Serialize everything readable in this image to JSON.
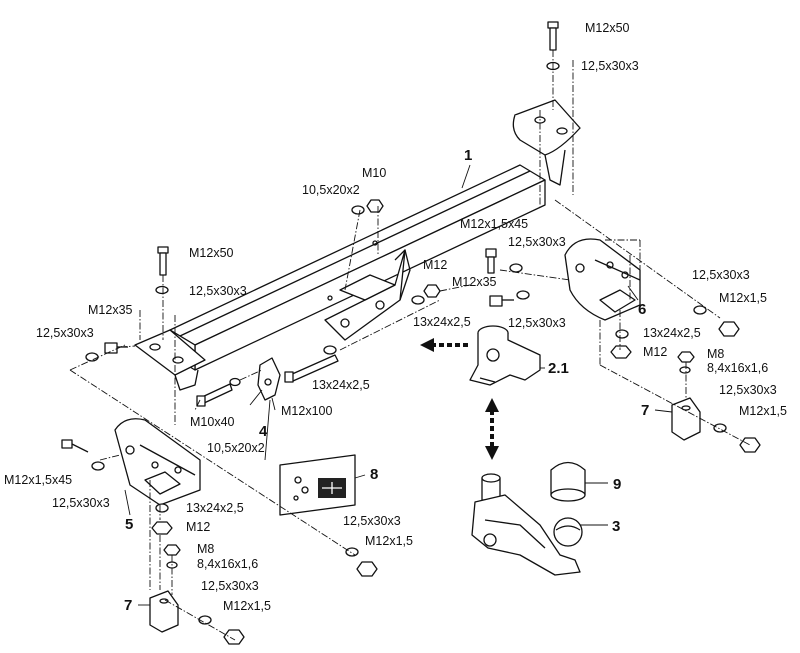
{
  "part_numbers": {
    "p1": "1",
    "p2_1": "2.1",
    "p3": "3",
    "p4": "4",
    "p5": "5",
    "p6": "6",
    "p7_left": "7",
    "p7_right": "7",
    "p8": "8",
    "p9": "9"
  },
  "labels": {
    "m12x50_top": "M12x50",
    "washer_top": "12,5x30x3",
    "m10_top": "M10",
    "washer_10_5": "10,5x20x2",
    "m12x1_5x45_mid": "M12x1,5x45",
    "washer_mid_right": "12,5x30x3",
    "m12_mid": "M12",
    "m12x35_mid": "M12x35",
    "washer_13_mid": "13x24x2,5",
    "washer_mid_lower": "12,5x30x3",
    "m12x50_left": "M12x50",
    "washer_left_top": "12,5x30x3",
    "m12x35_left": "M12x35",
    "washer_left_side": "12,5x30x3",
    "washer_13_center": "13x24x2,5",
    "m10x40": "M10x40",
    "m12x100": "M12x100",
    "washer_10_5_bottom": "10,5x20x2",
    "washer_right_top": "12,5x30x3",
    "m12x1_5_right": "M12x1,5",
    "washer_13_right": "13x24x2,5",
    "m12_right": "M12",
    "m8_right": "M8",
    "washer_8_right": "8,4x16x1,6",
    "washer_right_lower": "12,5x30x3",
    "m12x1_5_right_lower": "M12x1,5",
    "m12x1_5x45_left": "M12x1,5x45",
    "washer_left_bracket": "12,5x30x3",
    "washer_13_left": "13x24x2,5",
    "m12_left": "M12",
    "washer_left_bottom_a": "12,5x30x3",
    "m12x1_5_left_a": "M12x1,5",
    "m8_left": "M8",
    "washer_8_left": "8,4x16x1,6",
    "washer_left_bottom_b": "12,5x30x3",
    "m12x1_5_left_b": "M12x1,5"
  }
}
